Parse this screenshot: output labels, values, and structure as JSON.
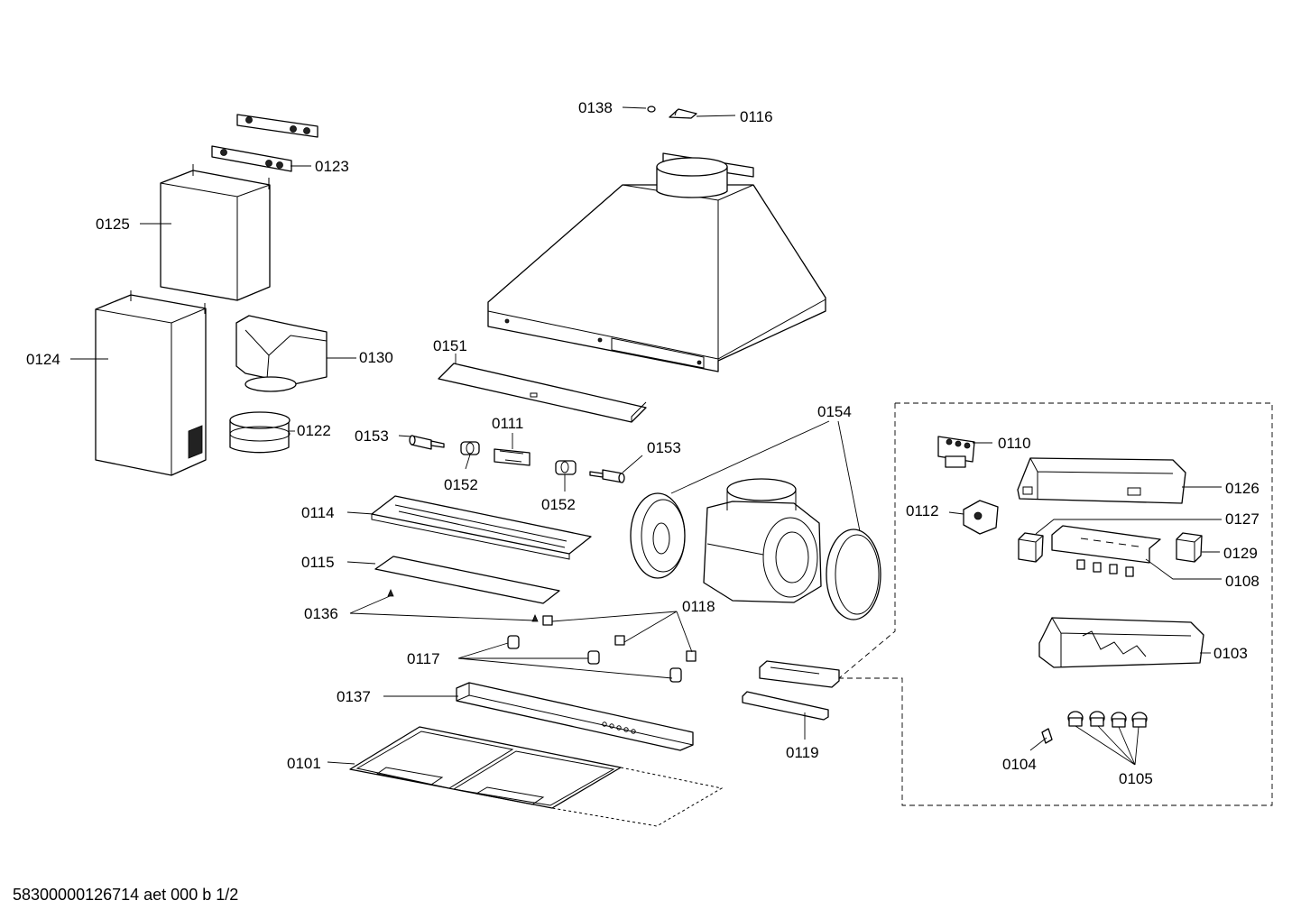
{
  "labels": {
    "p0138": "0138",
    "p0116": "0116",
    "p0123": "0123",
    "p0125": "0125",
    "p0124": "0124",
    "p0130": "0130",
    "p0122": "0122",
    "p0151": "0151",
    "p0153a": "0153",
    "p0111": "0111",
    "p0153b": "0153",
    "p0152a": "0152",
    "p0152b": "0152",
    "p0154": "0154",
    "p0110": "0110",
    "p0126": "0126",
    "p0112": "0112",
    "p0127": "0127",
    "p0129": "0129",
    "p0108": "0108",
    "p0114": "0114",
    "p0115": "0115",
    "p0136": "0136",
    "p0118": "0118",
    "p0117": "0117",
    "p0103": "0103",
    "p0137": "0137",
    "p0119": "0119",
    "p0101": "0101",
    "p0104": "0104",
    "p0105": "0105"
  },
  "footer": "58300000126714 aet 000 b 1/2"
}
